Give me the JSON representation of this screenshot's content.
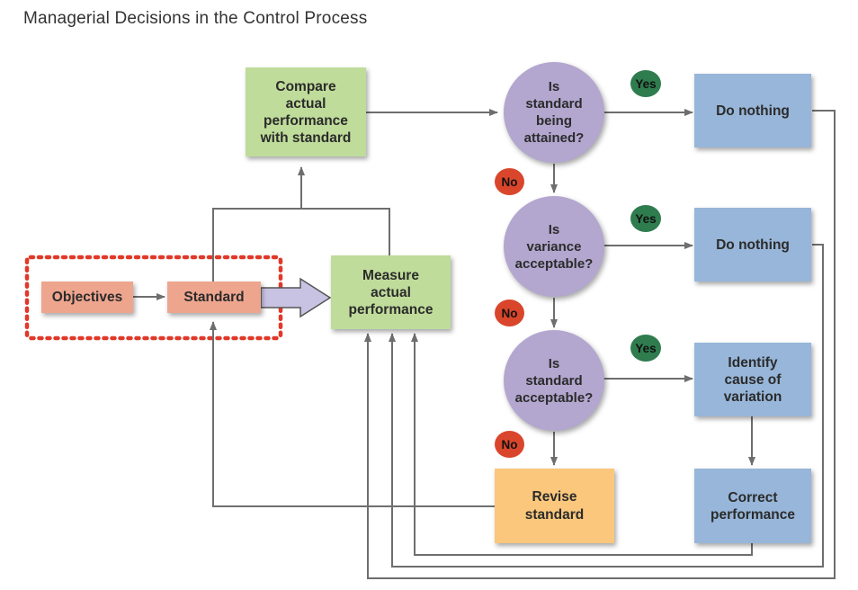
{
  "title": "Managerial Decisions in the Control Process",
  "boxes": {
    "compare": "Compare\nactual\nperformance\nwith standard",
    "measure": "Measure\nactual\nperformance",
    "objectives": "Objectives",
    "standard": "Standard",
    "do_nothing_1": "Do nothing",
    "do_nothing_2": "Do nothing",
    "identify_cause": "Identify\ncause of\nvariation",
    "correct_performance": "Correct\nperformance",
    "revise_standard": "Revise\nstandard"
  },
  "decisions": {
    "q1": "Is\nstandard\nbeing\nattained?",
    "q2": "Is\nvariance\nacceptable?",
    "q3": "Is\nstandard\nacceptable?"
  },
  "labels": {
    "yes": "Yes",
    "no": "No"
  },
  "colors": {
    "process_box": "#bfdc9a",
    "action_box": "#97b6d9",
    "planning_box": "#eea58e",
    "revise_box": "#fac77c",
    "decision": "#b3a6cf",
    "yes_badge": "#2f7c4f",
    "no_badge": "#d9462b",
    "connector": "#6e6e6e",
    "planning_outline": "#e0392a"
  }
}
